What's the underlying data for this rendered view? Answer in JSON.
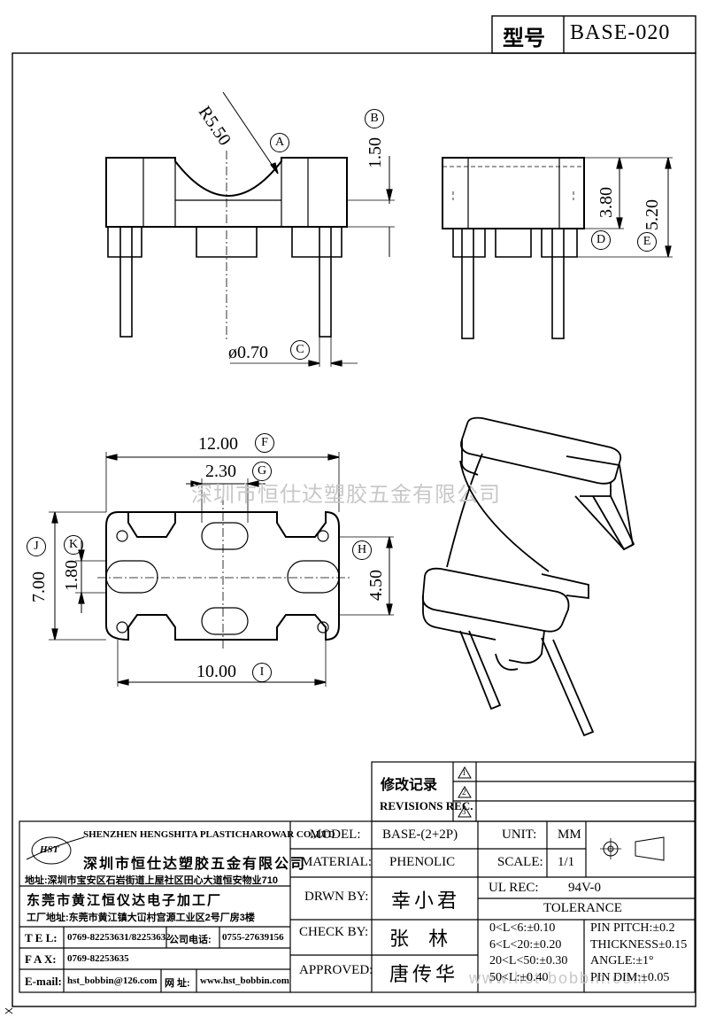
{
  "title_block": {
    "model_label": "型号",
    "model_value": "BASE-020"
  },
  "dimensions": {
    "A": {
      "label": "A",
      "value": "R5.50"
    },
    "B": {
      "label": "B",
      "value": "1.50"
    },
    "C": {
      "label": "C",
      "value": "ø0.70"
    },
    "D": {
      "label": "D",
      "value": "3.80"
    },
    "E": {
      "label": "E",
      "value": "5.20"
    },
    "F": {
      "label": "F",
      "value": "12.00"
    },
    "G": {
      "label": "G",
      "value": "2.30"
    },
    "H": {
      "label": "H",
      "value": "4.50"
    },
    "I": {
      "label": "I",
      "value": "10.00"
    },
    "J": {
      "label": "J",
      "value": "7.00"
    },
    "K": {
      "label": "K",
      "value": "1.80"
    }
  },
  "watermark": {
    "center": "深圳市恒仕达塑胶五金有限公司",
    "bottom": "www.hst-bobbin.com"
  },
  "revisions": {
    "label_cn": "修改记录",
    "label_en": "REVISIONS REC.",
    "marks": [
      "1",
      "2",
      "3"
    ]
  },
  "company": {
    "logo_text": "HST",
    "name_en": "SHENZHEN HENGSHITA PLASTICHAROWAR CO.,LTD",
    "name_cn": "深圳市恒仕达塑胶五金有限公司",
    "address1": "地址:深圳市宝安区石岩街道上屋社区田心大道恒安物业710",
    "factory": "东莞市黄江恒仪达电子加工厂",
    "address2": "工厂地址:东莞市黄江镇大冚村宫源工业区2号厂房3楼",
    "tel_label": "T E L:",
    "tel_value": "0769-82253631/82253632",
    "phone_label": "公司电话:",
    "phone_value": "0755-27639156",
    "fax_label": "F A X:",
    "fax_value": "0769-82253635",
    "email_label": "E-mail:",
    "email_value": "hst_bobbin@126.com",
    "web_label": "网 址:",
    "web_value": "www.hst_bobbin.com"
  },
  "spec": {
    "model_label": "MODEL:",
    "model_value": "BASE-(2+2P)",
    "unit_label": "UNIT:",
    "unit_value": "MM",
    "material_label": "MATERIAL:",
    "material_value": "PHENOLIC",
    "scale_label": "SCALE:",
    "scale_value": "1/1",
    "drawn_label": "DRWN BY:",
    "drawn_value": "幸小君",
    "ul_label": "UL REC:",
    "ul_value": "94V-0",
    "tolerance_label": "TOLERANCE",
    "check_label": "CHECK BY:",
    "check_value": "张 林",
    "approved_label": "APPROVED:",
    "approved_value": "唐传华",
    "tol_ranges": [
      "0<L<6:±0.10",
      "6<L<20:±0.20",
      "20<L<50:±0.30",
      "50<L:±0.40"
    ],
    "tol_other": [
      "PIN PITCH:±0.2",
      "THICKNESS±0.15",
      "ANGLE:±1°",
      "PIN DIM:±0.05"
    ]
  }
}
